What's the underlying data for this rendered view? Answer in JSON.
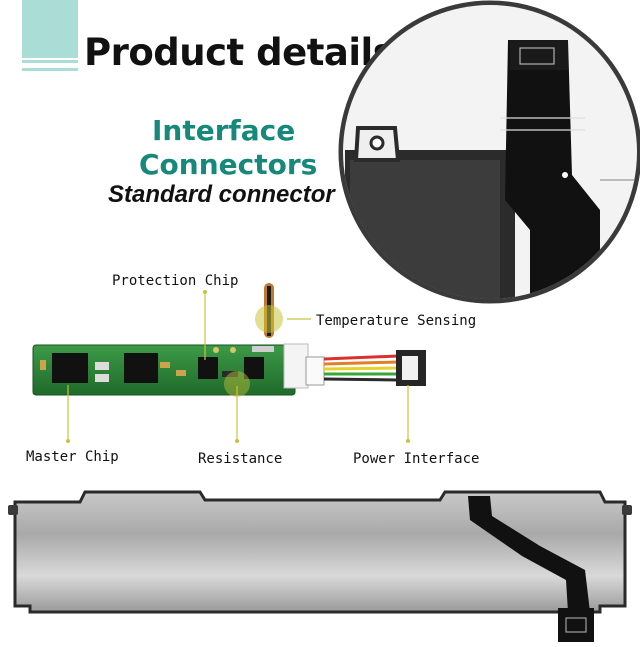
{
  "header": {
    "title": "Product details",
    "subtitle_line1": "Interface",
    "subtitle_line2": "Connectors",
    "subtitle_line3": "Standard connector"
  },
  "callouts": {
    "protection_chip": "Protection Chip",
    "temperature_sensing": "Temperature Sensing",
    "master_chip": "Master Chip",
    "resistance": "Resistance",
    "power_interface": "Power Interface"
  },
  "colors": {
    "accent_teal": "#a9ddd6",
    "subtitle_green": "#16897a",
    "callout_yellow": "#c7c43a",
    "pcb_green": "#2f8a3e"
  }
}
